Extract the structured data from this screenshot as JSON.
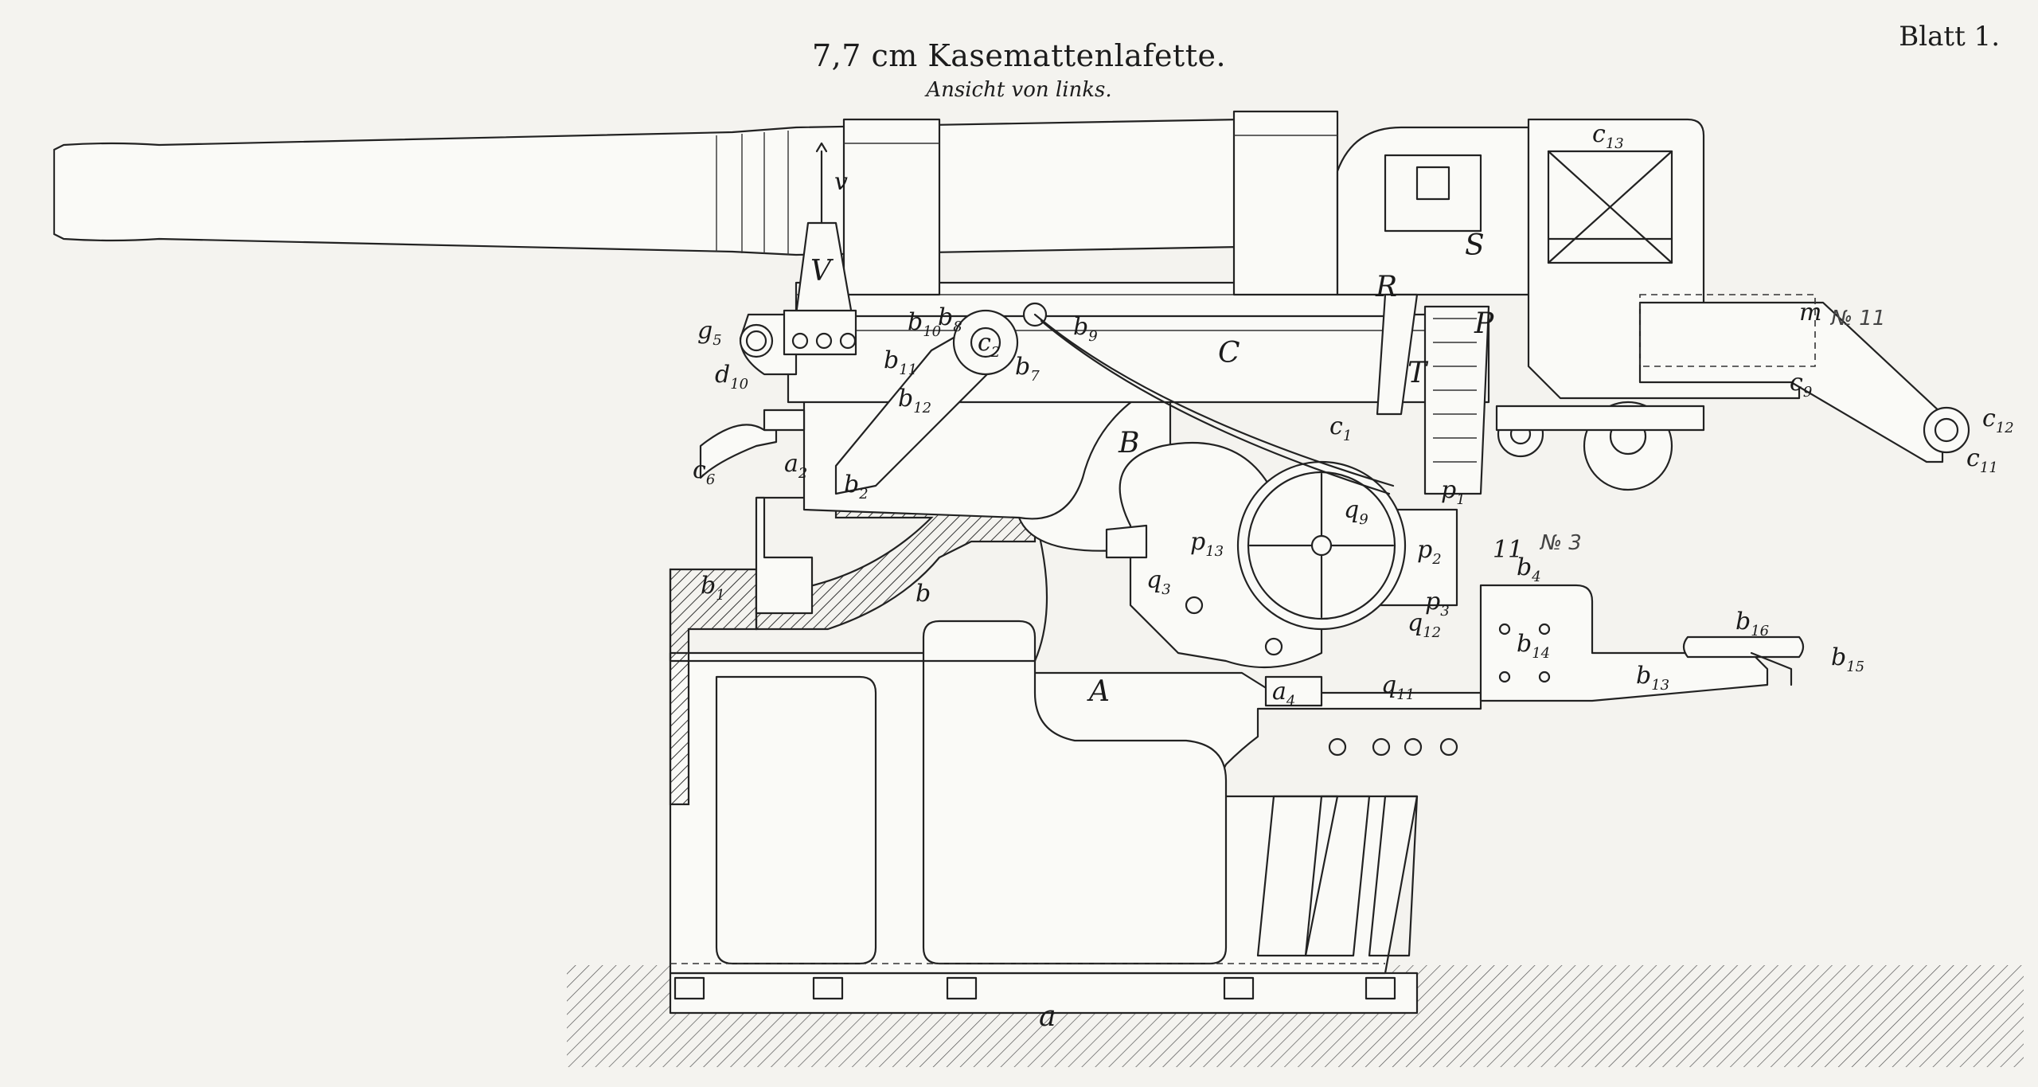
{
  "header": {
    "title": "7,7 cm Kasemattenlafette.",
    "subtitle": "Ansicht von links.",
    "sheet": "Blatt 1."
  },
  "labels": {
    "v": "v",
    "V": "V",
    "g5": [
      "g",
      "5"
    ],
    "d10": [
      "d",
      "10"
    ],
    "b10": [
      "b",
      "10"
    ],
    "b8": [
      "b",
      "8"
    ],
    "b11": [
      "b",
      "11"
    ],
    "b12": [
      "b",
      "12"
    ],
    "c2": [
      "c",
      "2"
    ],
    "b9": [
      "b",
      "9"
    ],
    "b7": [
      "b",
      "7"
    ],
    "C": "C",
    "c6": [
      "c",
      "6"
    ],
    "a2": [
      "a",
      "2"
    ],
    "b2": [
      "b",
      "2"
    ],
    "B": "B",
    "c1": [
      "c",
      "1"
    ],
    "S": "S",
    "R": "R",
    "T": "T",
    "P": "P",
    "c13": [
      "c",
      "13"
    ],
    "c9": [
      "c",
      "9"
    ],
    "m": "m",
    "c12": [
      "c",
      "12"
    ],
    "c11": [
      "c",
      "11"
    ],
    "b1": [
      "b",
      "1"
    ],
    "b": "b",
    "q3": [
      "q",
      "3"
    ],
    "p13": [
      "p",
      "13"
    ],
    "q9": [
      "q",
      "9"
    ],
    "A": "A",
    "a4": [
      "a",
      "4"
    ],
    "q11": [
      "q",
      "11"
    ],
    "p1": [
      "p",
      "1"
    ],
    "p2": [
      "p",
      "2"
    ],
    "p3": [
      "p",
      "3"
    ],
    "q12": [
      "q",
      "12"
    ],
    "11": "11",
    "b4": [
      "b",
      "4"
    ],
    "b14": [
      "b",
      "14"
    ],
    "b16": [
      "b",
      "16"
    ],
    "b15": [
      "b",
      "15"
    ],
    "b13": [
      "b",
      "13"
    ],
    "a": "a"
  },
  "annotations": {
    "note_11": "№ 11",
    "note_3": "№ 3"
  }
}
